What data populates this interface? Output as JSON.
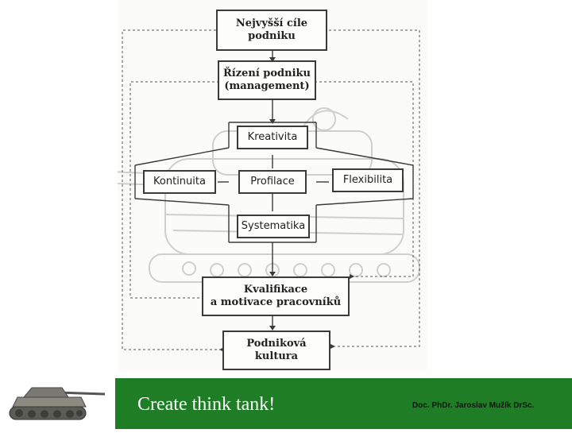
{
  "diagram": {
    "nodes": {
      "goals": {
        "line1": "Nejvyšší cíle",
        "line2": "podniku"
      },
      "management": {
        "line1": "Řízení podniku",
        "line2": "(management)"
      },
      "creativity": {
        "label": "Kreativita"
      },
      "continuity": {
        "label": "Kontinuita"
      },
      "profile": {
        "label": "Profilace"
      },
      "flexibility": {
        "label": "Flexibilita"
      },
      "systematics": {
        "label": "Systematika"
      },
      "qualification": {
        "line1": "Kvalifikace",
        "line2": "a  motivace pracovníků"
      },
      "culture": {
        "line1": "Podniková",
        "line2": "kultura"
      }
    },
    "colors": {
      "line": "#3a3a3a",
      "dashed": "#555555",
      "background_sketch": "#cfcfcf"
    }
  },
  "footer": {
    "slogan": "Create think tank!",
    "author": "Doc. PhDr. Jaroslav Mužík DrSc.",
    "band_color": "#1e7d25",
    "logo_icon": "tank-icon"
  }
}
